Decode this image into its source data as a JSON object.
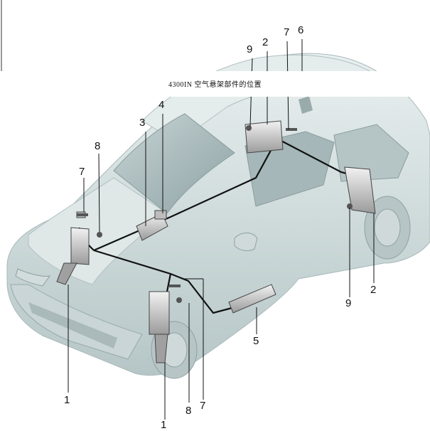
{
  "caption": "4300IN 空气悬架部件的位置",
  "callouts": {
    "c9_top": "9",
    "c2_top": "2",
    "c7_top": "7",
    "c6_top": "6",
    "c3": "3",
    "c4": "4",
    "c8_left": "8",
    "c7_left": "7",
    "c1_left": "1",
    "c1_bottom": "1",
    "c8_bottom": "8",
    "c7_bottom": "7",
    "c5": "5",
    "c9_right": "9",
    "c2_right": "2"
  },
  "colors": {
    "body": "#d9e3e4",
    "body_dark": "#9fb2b4",
    "line": "#111111",
    "component": "#c9c9c9"
  }
}
